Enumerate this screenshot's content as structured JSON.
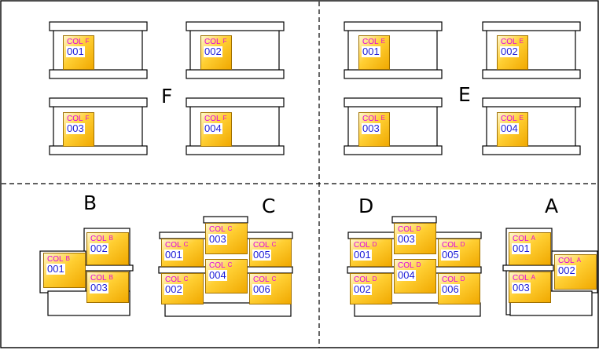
{
  "sections": [
    {
      "id": "F",
      "label": "F",
      "prefix": "COL",
      "suffix": "F",
      "items": [
        "001",
        "002",
        "003",
        "004"
      ]
    },
    {
      "id": "E",
      "label": "E",
      "prefix": "COL",
      "suffix": "E",
      "items": [
        "001",
        "002",
        "003",
        "004"
      ]
    },
    {
      "id": "B",
      "label": "B",
      "prefix": "COL",
      "suffix": "B",
      "items": [
        "001",
        "002",
        "003"
      ]
    },
    {
      "id": "C",
      "label": "C",
      "prefix": "COL",
      "suffix": "C",
      "items": [
        "001",
        "002",
        "003",
        "004",
        "005",
        "006"
      ]
    },
    {
      "id": "D",
      "label": "D",
      "prefix": "COL",
      "suffix": "D",
      "items": [
        "001",
        "002",
        "003",
        "004",
        "005",
        "006"
      ]
    },
    {
      "id": "A",
      "label": "A",
      "prefix": "COL",
      "suffix": "A",
      "items": [
        "001",
        "002",
        "003"
      ]
    }
  ],
  "colors": {
    "col_text": "#e000e0",
    "number_text": "#1d1dd8",
    "tag_fill": "#ffcf33",
    "line": "#000000"
  }
}
